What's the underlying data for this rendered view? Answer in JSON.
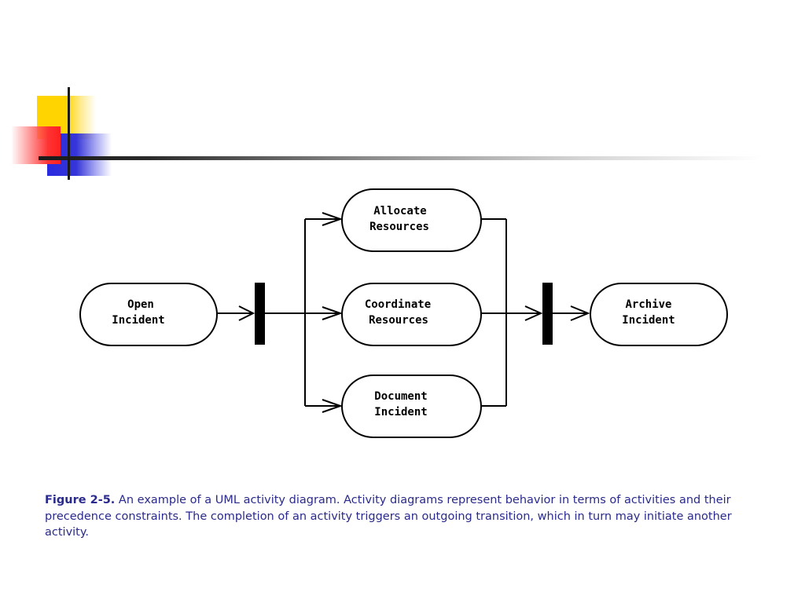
{
  "nodes": {
    "open": [
      "Open",
      "Incident"
    ],
    "allocate": [
      "Allocate",
      "Resources"
    ],
    "coordinate": [
      "Coordinate",
      "Resources"
    ],
    "document": [
      "Document",
      "Incident"
    ],
    "archive": [
      "Archive",
      "Incident"
    ]
  },
  "caption": {
    "label": "Figure 2-5.",
    "text": " An example of a UML activity diagram. Activity diagrams represent behavior in terms of activities and their precedence constraints. The completion of an activity triggers an outgoing transition, which in turn may initiate another activity."
  },
  "colors": {
    "caption": "#2a2a8c",
    "accent_yellow": "#ffd400",
    "accent_blue": "#2a2ae0",
    "accent_red": "#ff2020"
  }
}
